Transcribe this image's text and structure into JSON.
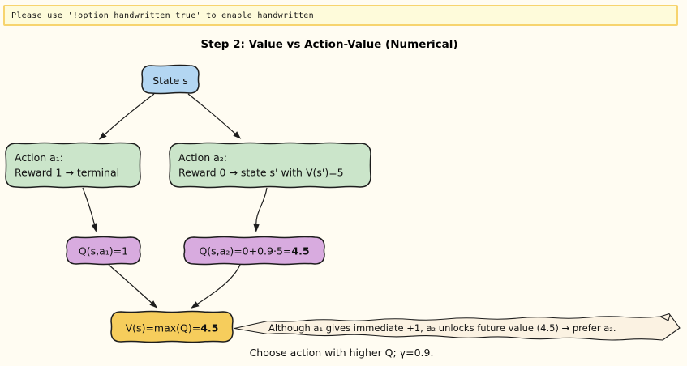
{
  "banner": {
    "text": "Please use '!option handwritten true' to enable handwritten"
  },
  "title": "Step 2: Value vs Action-Value (Numerical)",
  "caption": "Choose action with higher Q; γ=0.9.",
  "colors": {
    "page_background": "#fffcf2",
    "banner_background": "#fefbda",
    "banner_border": "#f7d46e",
    "outline": "#1d1d1d",
    "state_fill": "#b3d6f2",
    "action_fill": "#cbe5ca",
    "q_fill": "#d8abdf",
    "value_fill": "#f6cd5c",
    "note_fill": "#fbf2e2"
  },
  "nodes": {
    "state": {
      "label": "State s",
      "fill": "#b3d6f2"
    },
    "action1": {
      "line1": "Action a₁:",
      "line2": "Reward 1 → terminal",
      "fill": "#cbe5ca"
    },
    "action2": {
      "line1": "Action a₂:",
      "line2": "Reward 0 → state s' with V(s')=5",
      "fill": "#cbe5ca"
    },
    "q1": {
      "label": "Q(s,a₁)=1",
      "fill": "#d8abdf"
    },
    "q2": {
      "label": "Q(s,a₂)=0+0.9·5=",
      "bold": "4.5",
      "fill": "#d8abdf"
    },
    "value": {
      "label": "V(s)=max(Q)=",
      "bold": "4.5",
      "fill": "#f6cd5c"
    },
    "note": {
      "label": "Although a₁ gives immediate +1, a₂ unlocks future value (4.5) → prefer a₂.",
      "fill": "#fbf2e2"
    }
  }
}
